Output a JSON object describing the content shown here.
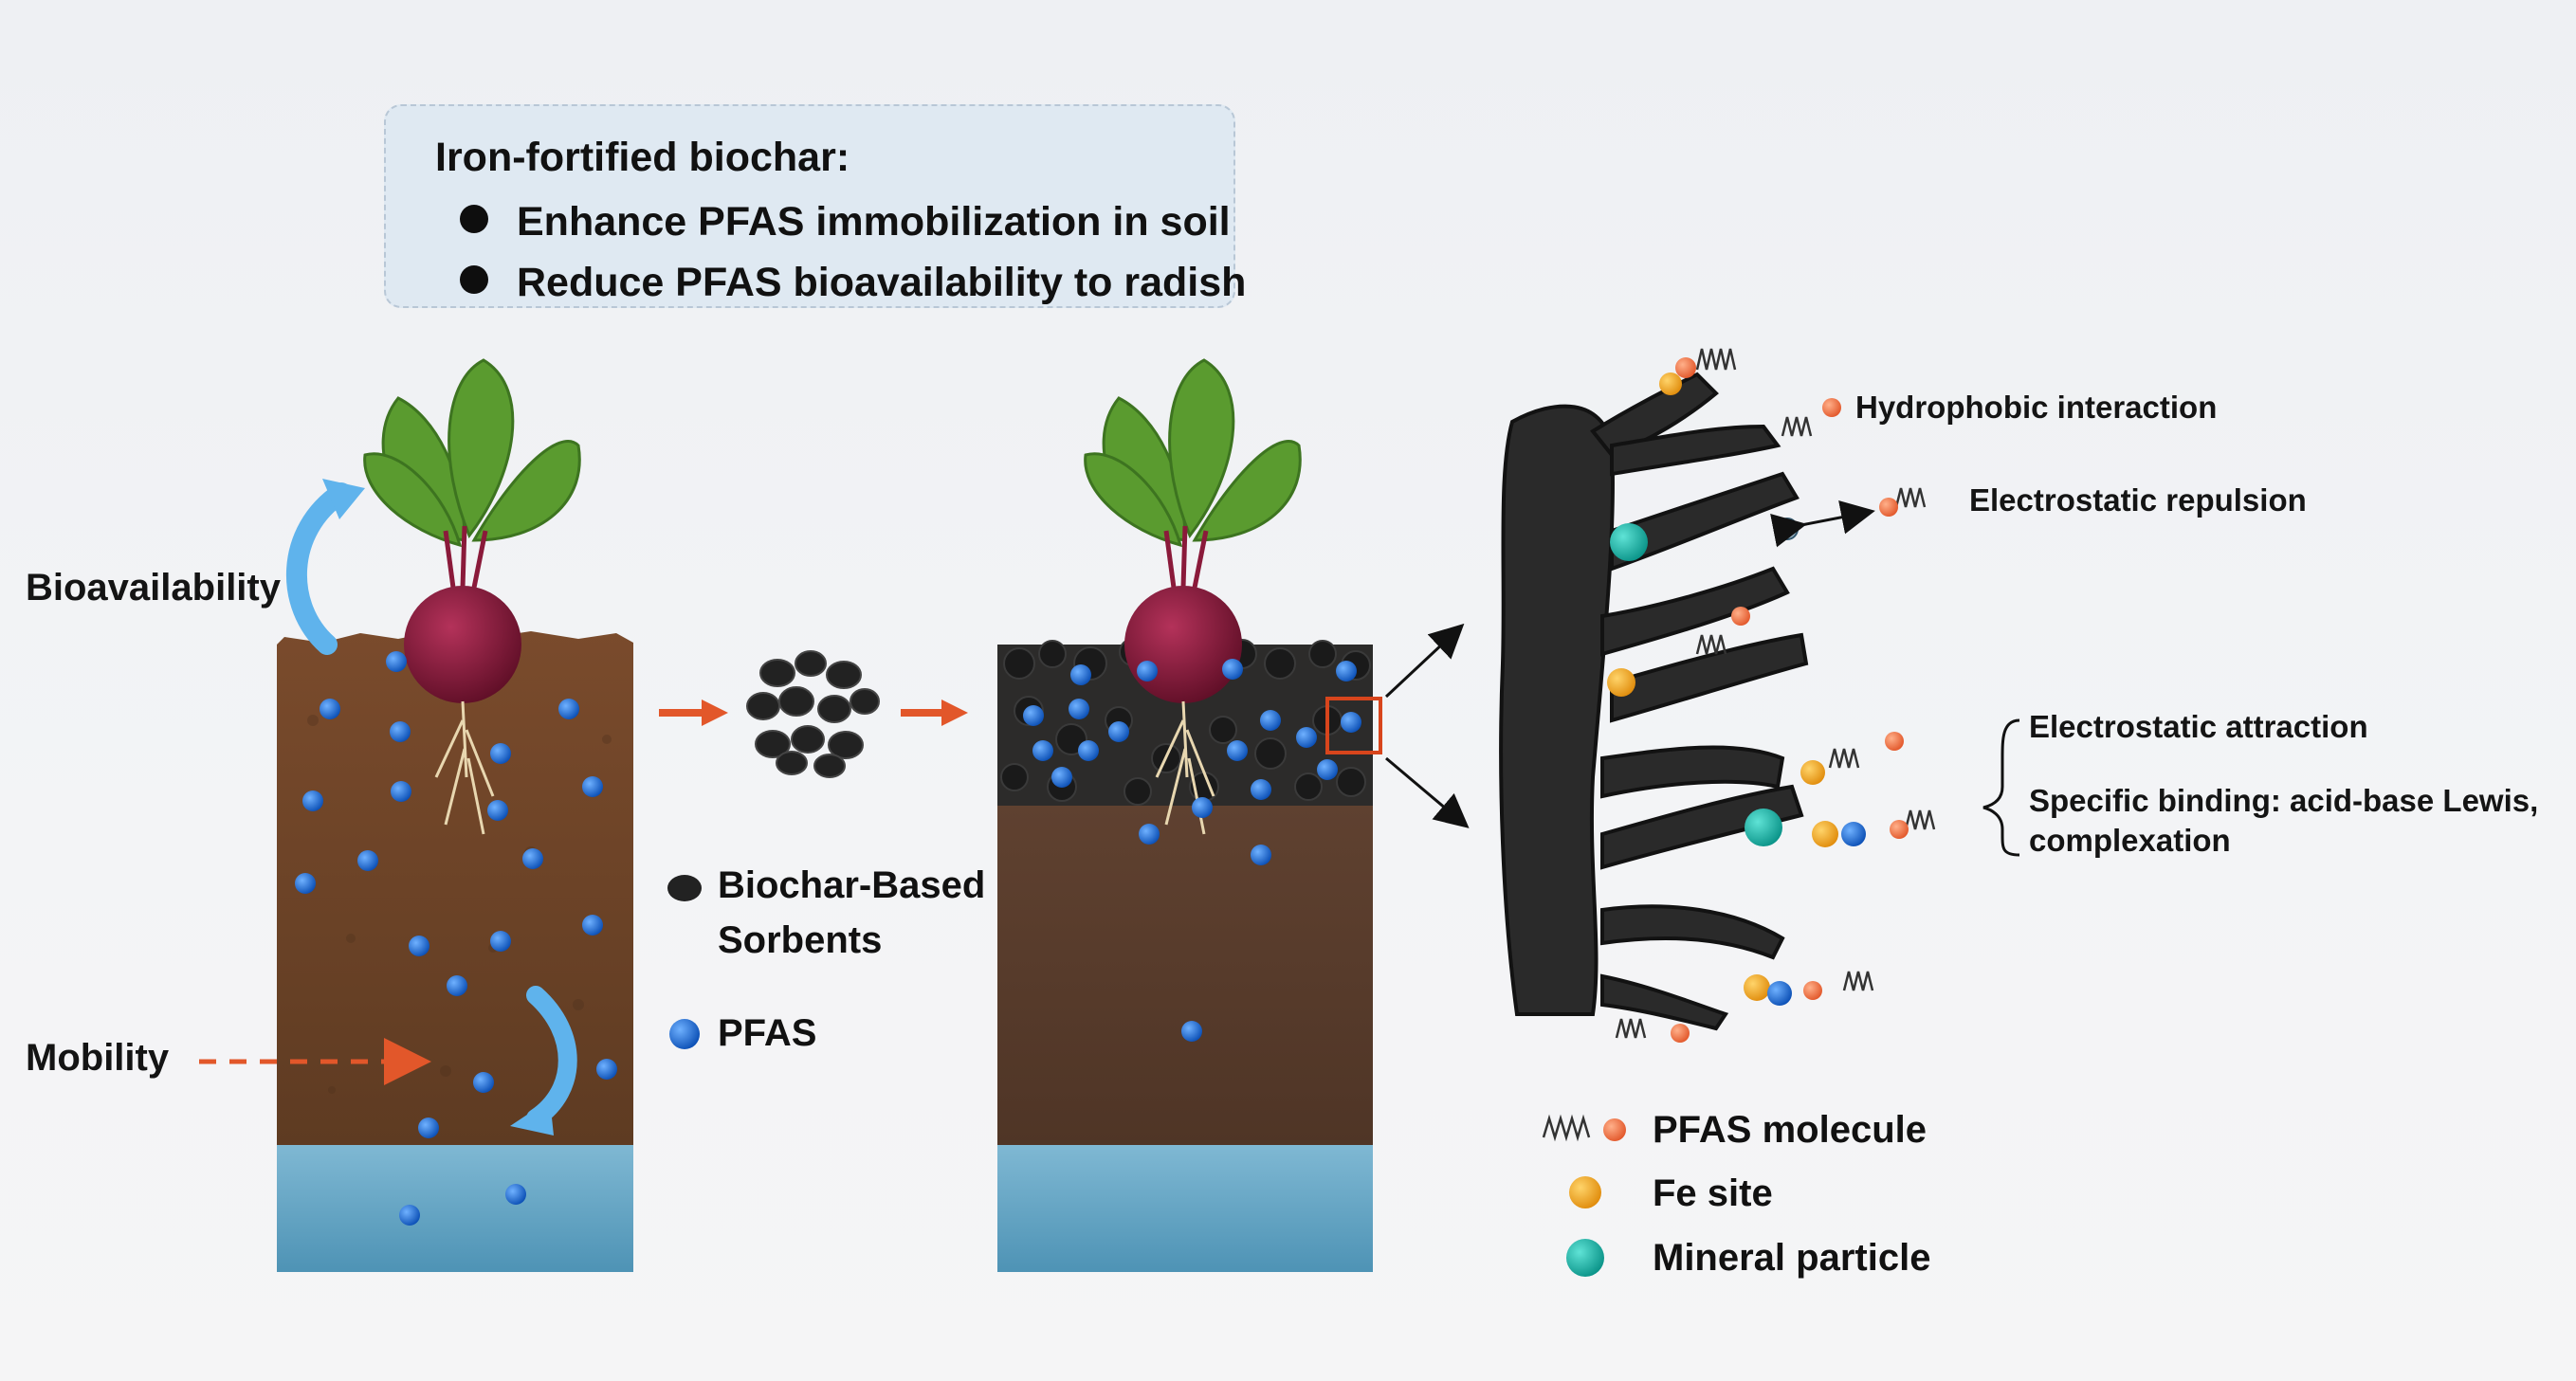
{
  "info_box": {
    "title": "Iron-fortified biochar:",
    "bullets": [
      "Enhance PFAS immobilization in soil",
      "Reduce PFAS bioavailability to radish"
    ]
  },
  "labels": {
    "bioavailability": "Bioavailability",
    "mobility": "Mobility"
  },
  "center_legend": {
    "biochar_line1": "Biochar-Based",
    "biochar_line2": "Sorbents",
    "pfas": "PFAS"
  },
  "mechanisms": {
    "hydrophobic": "Hydrophobic interaction",
    "repulsion": "Electrostatic repulsion",
    "attraction": "Electrostatic attraction",
    "specific_line1": "Specific binding: acid-base Lewis,",
    "specific_line2": "complexation"
  },
  "bottom_legend": {
    "pfas_molecule": "PFAS molecule",
    "fe_site": "Fe site",
    "mineral_particle": "Mineral particle"
  },
  "colors": {
    "soil": "#6b4226",
    "water": "#5ea3c4",
    "pfas_dot": "#1f6fd6",
    "biochar": "#1e1e1e",
    "fe_site": "#f0a51c",
    "mineral": "#13b3aa",
    "arrow_orange": "#e2572a",
    "arrow_blue": "#5fb3ec",
    "leaf": "#5a9b2f",
    "radish": "#8a1a3a"
  },
  "icons": [
    "radish-icon",
    "biochar-pile-icon",
    "biochar-structure-icon",
    "pfas-molecule-icon",
    "fe-site-icon",
    "mineral-particle-icon",
    "magnifier-box-icon"
  ]
}
